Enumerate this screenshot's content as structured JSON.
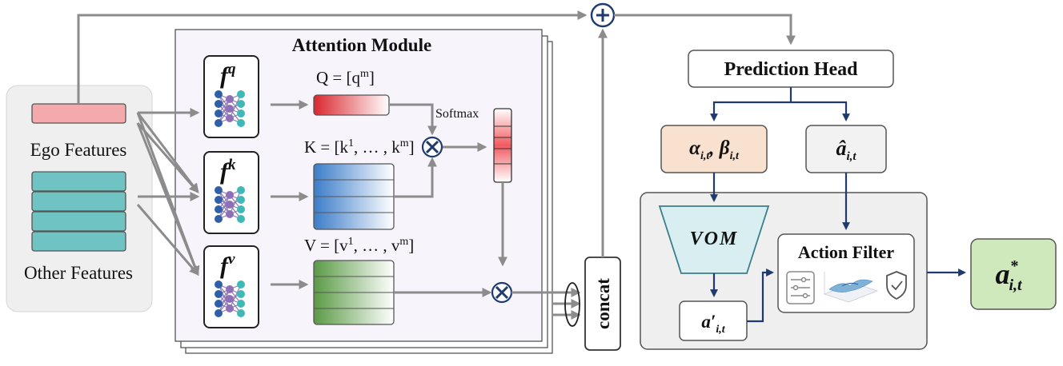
{
  "input_panel": {
    "ego_label": "Ego Features",
    "other_label": "Other Features",
    "colors": {
      "ego": "#f4a9ab",
      "other": "#6fc3c3"
    }
  },
  "attention_module": {
    "title": "Attention Module",
    "networks": [
      {
        "base": "f",
        "sup": "q"
      },
      {
        "base": "f",
        "sup": "k"
      },
      {
        "base": "f",
        "sup": "v"
      }
    ],
    "q_eq": {
      "lhs": "Q = [q",
      "sup": "m",
      "rhs": "]"
    },
    "k_eq": {
      "lhs": "K = [k",
      "sup1": "1",
      "mid": ", … , k",
      "sup2": "m",
      "rhs": "]"
    },
    "v_eq": {
      "lhs": "V = [v",
      "sup1": "1",
      "mid": ", … , v",
      "sup2": "m",
      "rhs": "]"
    },
    "softmax_label": "Softmax",
    "concat_label": "concat",
    "colors": {
      "q": "#d9272e",
      "k": "#3b7cc9",
      "v": "#4d8f3a"
    }
  },
  "right_panel": {
    "head_label": "Prediction Head",
    "alpha_beta": {
      "alpha": "α",
      "alpha_sub": "i,t",
      "sep": ", ",
      "beta": "β",
      "beta_sub": "i,t"
    },
    "a_hat": {
      "base": "â",
      "sub": "i,t"
    },
    "vom_label": "VOM",
    "a_prime": {
      "base": "a",
      "prime": "′",
      "sub": "i,t"
    },
    "action_filter_label": "Action Filter",
    "a_star": {
      "base": "a",
      "sup": "*",
      "sub": "i,t"
    },
    "colors": {
      "alpha_box": "#f8e1cf",
      "vom": "#d8eef0",
      "a_star_box": "#cfe9bd"
    }
  }
}
